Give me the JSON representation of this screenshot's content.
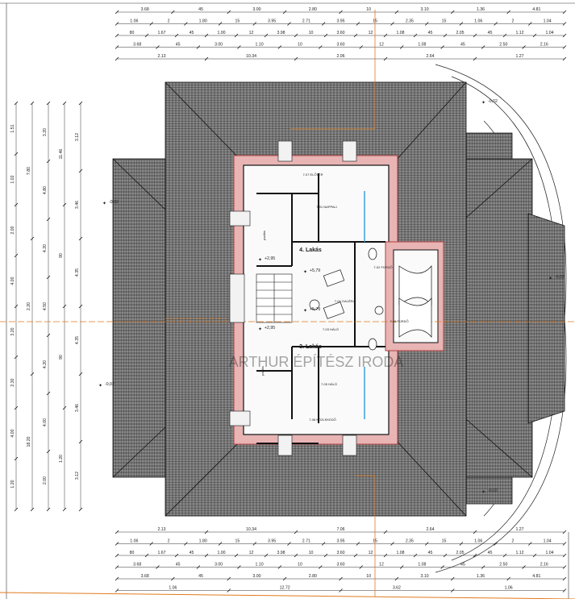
{
  "drawing": {
    "colors": {
      "line": "#1a1a1a",
      "roof_fill": "#7a7a7a",
      "wall_red": "#c85a5a",
      "accent_orange": "#e07a1e",
      "glass": "#3aa0e0",
      "wall_pink": "#e8b4b4"
    },
    "dim_rows_top": [
      [
        "3.68",
        "45",
        "3.00",
        "2.80",
        "10",
        "3.10",
        "1.36",
        "4.81"
      ],
      [
        "1.06",
        "2",
        "1.80",
        "15",
        "3.95",
        "2.71",
        "3.95",
        "15",
        "2.35",
        "15",
        "1.06",
        "2",
        "1.04"
      ],
      [
        "80",
        "1.67",
        "45",
        "1.00",
        "12",
        "3.98",
        "10",
        "3.60",
        "12",
        "1.08",
        "45",
        "2.05",
        "45",
        "1.12",
        "1.04"
      ],
      [
        "3.68",
        "45",
        "3.00",
        "1.10",
        "10",
        "3.60",
        "12",
        "1.08",
        "45",
        "2.50",
        "2.16"
      ],
      [
        "2.13",
        "10.34",
        "2.06",
        "2.64",
        "1.27"
      ]
    ],
    "dim_rows_bottom": [
      [
        "2.13",
        "10.34",
        "7.06",
        "2.64",
        "1.27"
      ],
      [
        "1.06",
        "2",
        "1.80",
        "15",
        "3.95",
        "2.71",
        "3.95",
        "15",
        "2.35",
        "15",
        "1.06",
        "2",
        "1.04"
      ],
      [
        "80",
        "1.67",
        "45",
        "1.00",
        "12",
        "3.98",
        "10",
        "3.60",
        "12",
        "1.08",
        "45",
        "2.05",
        "45",
        "1.12",
        "1.04"
      ],
      [
        "3.68",
        "45",
        "3.00",
        "1.10",
        "10",
        "3.60",
        "12",
        "1.08",
        "45",
        "2.50",
        "2.16"
      ],
      [
        "3.68",
        "45",
        "3.00",
        "2.80",
        "10",
        "3.10",
        "1.36",
        "4.81"
      ],
      [
        "1.06",
        "12.72",
        "3.62",
        "1.06"
      ]
    ],
    "dim_cols_left": [
      [
        "1.51",
        "1.02",
        "2.00",
        "4.00",
        "3.20",
        "2.30",
        "4.00",
        "1.20"
      ],
      [
        "7.80",
        "2.20",
        "18.20"
      ],
      [
        "3.20",
        "4.80",
        "4.20",
        "4.50",
        "4.20",
        "4.00",
        "2.00"
      ],
      [
        "11.46",
        "90",
        "90",
        "1.20"
      ],
      [
        "3.12",
        "3.46",
        "4.35",
        "4.35",
        "3.46",
        "3.12"
      ]
    ],
    "level_marks": [
      "-0,02",
      "-0,02",
      "-0,02",
      "-0,02",
      "-0,02",
      "+2,95",
      "+5,79",
      "+2,95",
      "+5,79"
    ],
    "rooms": [
      {
        "name": "4. Lakás"
      },
      {
        "name": "3. Lakás"
      },
      {
        "name": "7-01 NAPPALI"
      },
      {
        "name": "7-02 FÜRDŐ"
      },
      {
        "name": "7-03 HÁLÓ"
      },
      {
        "name": "7-04 GALÉRIA"
      },
      {
        "name": "7-05 HÁLÓ"
      },
      {
        "name": "7-06 FÜRDŐ"
      },
      {
        "name": "7-07 ELŐTÉR"
      },
      {
        "name": "7-08 KÖZLEKEDŐ"
      },
      {
        "name": "padlás"
      },
      {
        "name": "padlás"
      }
    ],
    "watermark": "ARTHUR ÉPÍTÉSZ IRODA"
  }
}
